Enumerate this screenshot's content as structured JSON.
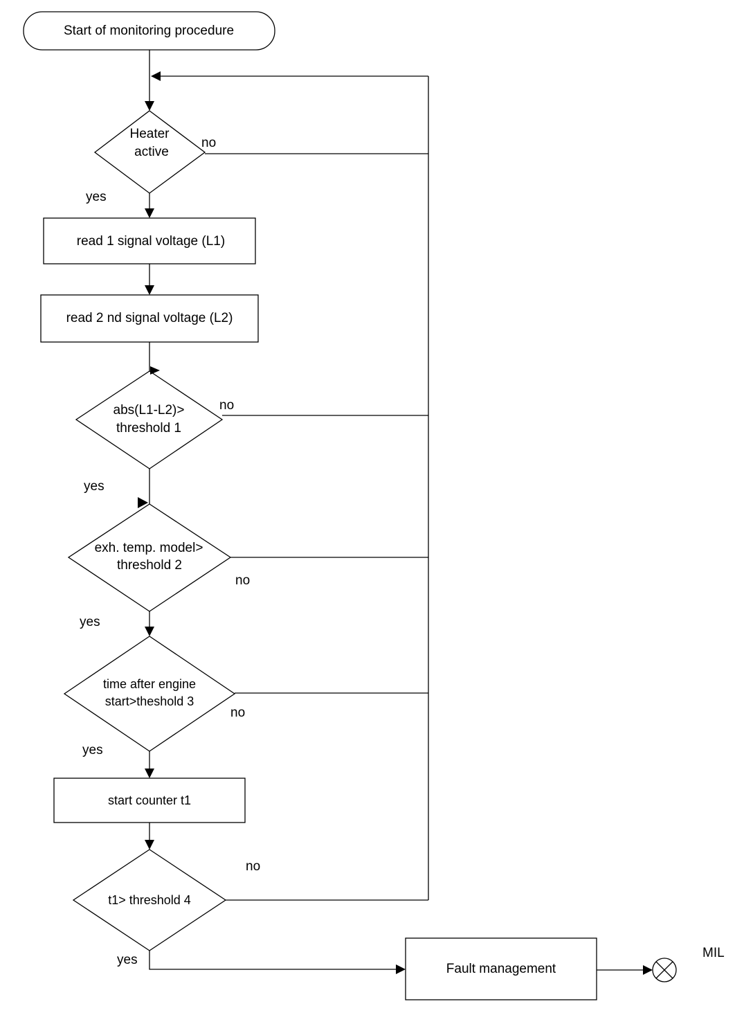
{
  "nodes": {
    "start": {
      "label": "Start of monitoring procedure"
    },
    "heater_active": {
      "line1": "Heater",
      "line2": "active"
    },
    "read_l1": {
      "label": "read 1 signal voltage (L1)"
    },
    "read_l2": {
      "label": "read 2 nd signal voltage  (L2)"
    },
    "abs_check": {
      "line1": "abs(L1-L2)>",
      "line2": "threshold 1"
    },
    "exh_temp_check": {
      "line1": "exh. temp. model>",
      "line2": "threshold 2"
    },
    "time_check": {
      "line1": "time after engine",
      "line2": "start>theshold 3"
    },
    "start_counter": {
      "label": "start counter t1"
    },
    "t1_check": {
      "label": "t1> threshold 4"
    },
    "fault_management": {
      "label": "Fault management"
    },
    "mil": {
      "label": "MIL"
    }
  },
  "edge_labels": {
    "heater_yes": "yes",
    "heater_no": "no",
    "abs_yes": "yes",
    "abs_no": "no",
    "exh_yes": "yes",
    "exh_no": "no",
    "time_yes": "yes",
    "time_no": "no",
    "t1_yes": "yes",
    "t1_no": "no"
  }
}
